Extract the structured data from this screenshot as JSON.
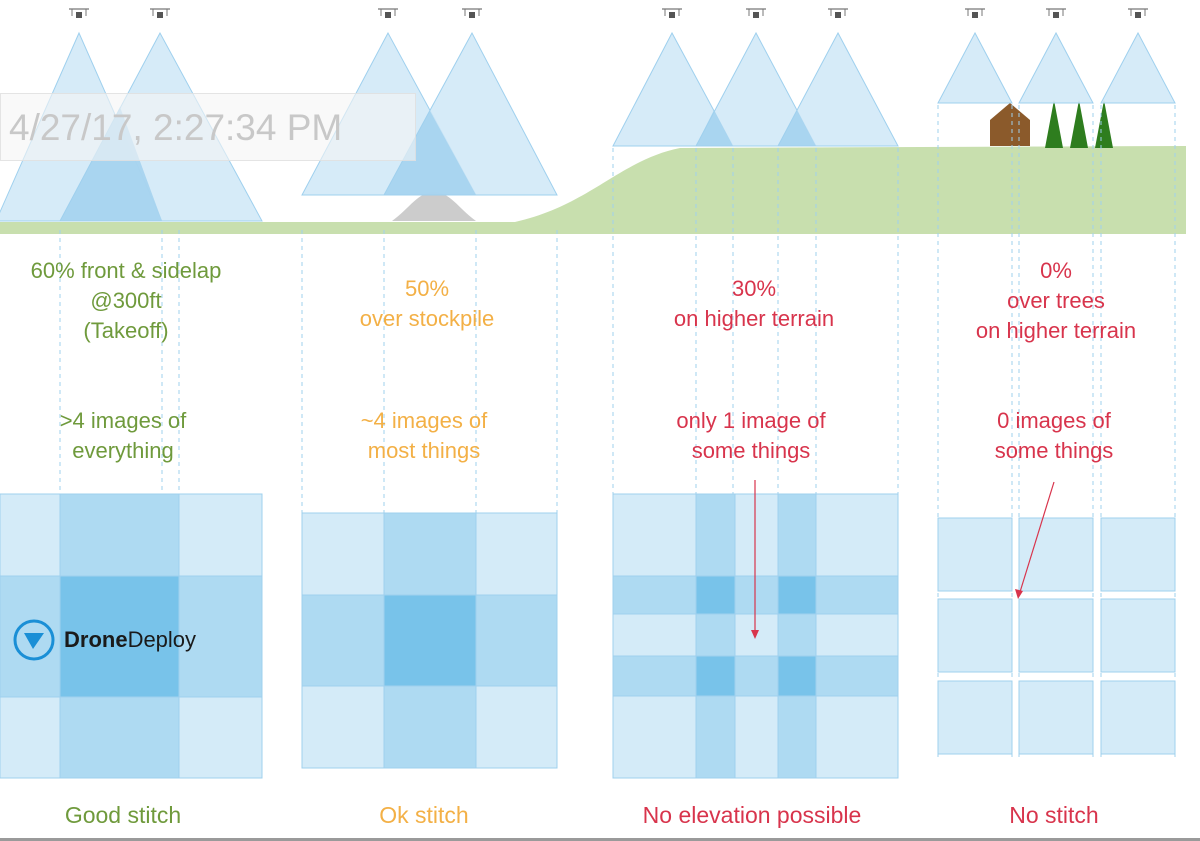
{
  "timestamp": "4/27/17, 2:27:34 PM",
  "logo": {
    "bold": "Drone",
    "regular": "Deploy"
  },
  "colors": {
    "green": "#6f9a3c",
    "orange": "#f3b046",
    "red": "#d8344c",
    "terrain": "#c8dfae",
    "cone": "#cfe8f7",
    "cone_overlap": "#9fd0ee",
    "tile_light": "#d4ebf8",
    "tile_mid": "#aedaf2",
    "tile_dark": "#78c3ea",
    "stockpile": "#cccccc",
    "house": "#8b5a2b",
    "tree": "#2e7d1e"
  },
  "panels": [
    {
      "overlap_lines": [
        "60% front & sidelap",
        "@300ft",
        "(Takeoff)"
      ],
      "images_lines": [
        ">4 images of",
        "everything"
      ],
      "result": "Good stitch"
    },
    {
      "overlap_lines": [
        "50%",
        "over stockpile"
      ],
      "images_lines": [
        "~4 images of",
        "most things"
      ],
      "result": "Ok stitch"
    },
    {
      "overlap_lines": [
        "30%",
        "on higher terrain"
      ],
      "images_lines": [
        "only 1 image of",
        "some things"
      ],
      "result": "No elevation possible"
    },
    {
      "overlap_lines": [
        "0%",
        "over trees",
        "on higher terrain"
      ],
      "images_lines": [
        "0 images of",
        "some things"
      ],
      "result": "No stitch"
    }
  ]
}
